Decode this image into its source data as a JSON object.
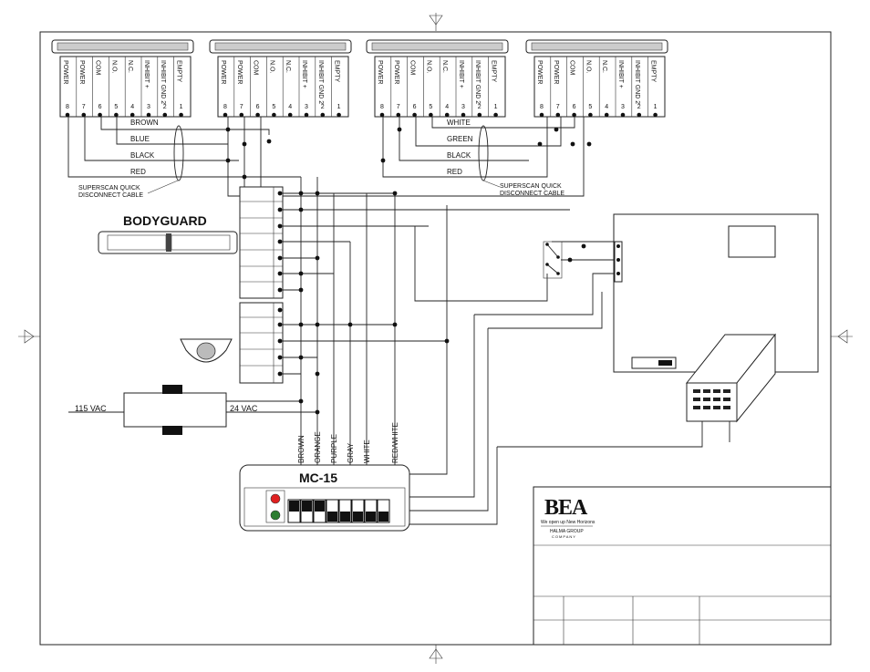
{
  "sensors": [
    {
      "terminals": [
        "POWER",
        "POWER",
        "COM",
        "N.O.",
        "N.C.",
        "INHIBIT +",
        "INHIBIT GND 2",
        "EMPTY"
      ],
      "numbers": [
        "8",
        "7",
        "6",
        "5",
        "4",
        "3",
        "2",
        "1"
      ]
    },
    {
      "terminals": [
        "POWER",
        "POWER",
        "COM",
        "N.O.",
        "N.C.",
        "INHIBIT +",
        "INHIBIT GND 2",
        "EMPTY"
      ],
      "numbers": [
        "8",
        "7",
        "6",
        "5",
        "4",
        "3",
        "2",
        "1"
      ]
    },
    {
      "terminals": [
        "POWER",
        "POWER",
        "COM",
        "N.O.",
        "N.C.",
        "INHIBIT +",
        "INHIBIT GND 2",
        "EMPTY"
      ],
      "numbers": [
        "8",
        "7",
        "6",
        "5",
        "4",
        "3",
        "2",
        "1"
      ]
    },
    {
      "terminals": [
        "POWER",
        "POWER",
        "COM",
        "N.O.",
        "N.C.",
        "INHIBIT +",
        "INHIBIT GND 2",
        "EMPTY"
      ],
      "numbers": [
        "8",
        "7",
        "6",
        "5",
        "4",
        "3",
        "2",
        "1"
      ]
    }
  ],
  "cable_left": {
    "wires": [
      "BROWN",
      "BLUE",
      "BLACK",
      "RED"
    ],
    "label_line1": "SUPERSCAN QUICK",
    "label_line2": "DISCONNECT CABLE"
  },
  "cable_right": {
    "wires": [
      "WHITE",
      "GREEN",
      "BLACK",
      "RED"
    ],
    "label_line1": "SUPERSCAN QUICK",
    "label_line2": "DISCONNECT CABLE"
  },
  "bodyguard": {
    "title": "BODYGUARD"
  },
  "transformer": {
    "input": "115 VAC",
    "output": "24  VAC"
  },
  "mc15": {
    "title": "MC-15",
    "wire_labels": [
      "BROWN",
      "ORANGE",
      "PURPLE",
      "GRAY",
      "WHITE",
      "RED/WHITE"
    ]
  },
  "logo": {
    "brand": "BEA",
    "tagline": "We open up New Horizons",
    "group": "HALMA GROUP",
    "company": "COMPANY"
  },
  "colors": {
    "led_red": "#e02020",
    "led_green": "#2e7d32",
    "line": "#222222"
  }
}
